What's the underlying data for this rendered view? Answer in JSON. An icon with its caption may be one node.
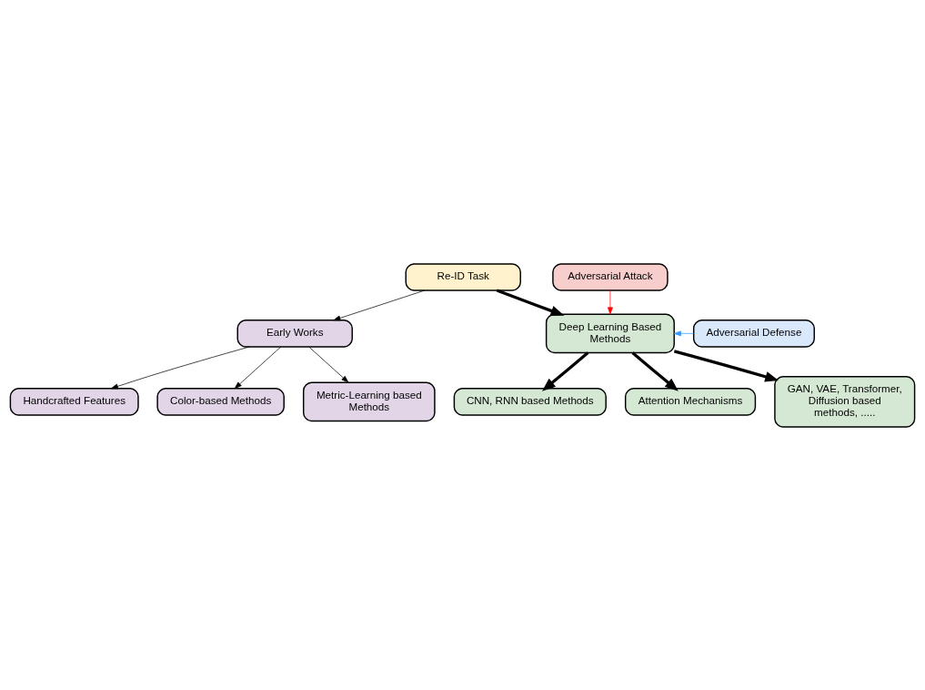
{
  "diagram": {
    "nodes": [
      {
        "text": [
          "Re-ID Task"
        ]
      },
      {
        "text": [
          "Adversarial Attack"
        ]
      },
      {
        "text": [
          "Early Works"
        ]
      },
      {
        "text": [
          "Deep Learning Based Methods"
        ]
      },
      {
        "text": [
          "Adversarial Defense"
        ]
      },
      {
        "text": [
          "Handcrafted Features"
        ]
      },
      {
        "text": [
          "Color-based Methods"
        ]
      },
      {
        "text": [
          "Metric-Learning based Methods"
        ]
      },
      {
        "text": [
          "CNN, RNN based Methods"
        ]
      },
      {
        "text": [
          "Attention Mechanisms"
        ]
      },
      {
        "text": [
          "GAN, VAE, Transformer, Diffusion based methods, ....."
        ]
      }
    ],
    "edges": [
      {
        "from": 0,
        "to": 2,
        "arrow": "to"
      },
      {
        "from": 0,
        "to": 3,
        "arrow": "to",
        "style": "thick"
      },
      {
        "from": 1,
        "to": 3,
        "arrow": "to",
        "color": "#ff0000"
      },
      {
        "from": 4,
        "to": 3,
        "arrow": "to",
        "color": "#3399ff"
      },
      {
        "from": 2,
        "to": 5,
        "arrow": "to"
      },
      {
        "from": 2,
        "to": 6,
        "arrow": "to"
      },
      {
        "from": 2,
        "to": 7,
        "arrow": "to"
      },
      {
        "from": 3,
        "to": 8,
        "arrow": "to",
        "style": "thick"
      },
      {
        "from": 3,
        "to": 9,
        "arrow": "to",
        "style": "thick"
      },
      {
        "from": 3,
        "to": 10,
        "arrow": "to",
        "style": "thick"
      }
    ]
  }
}
